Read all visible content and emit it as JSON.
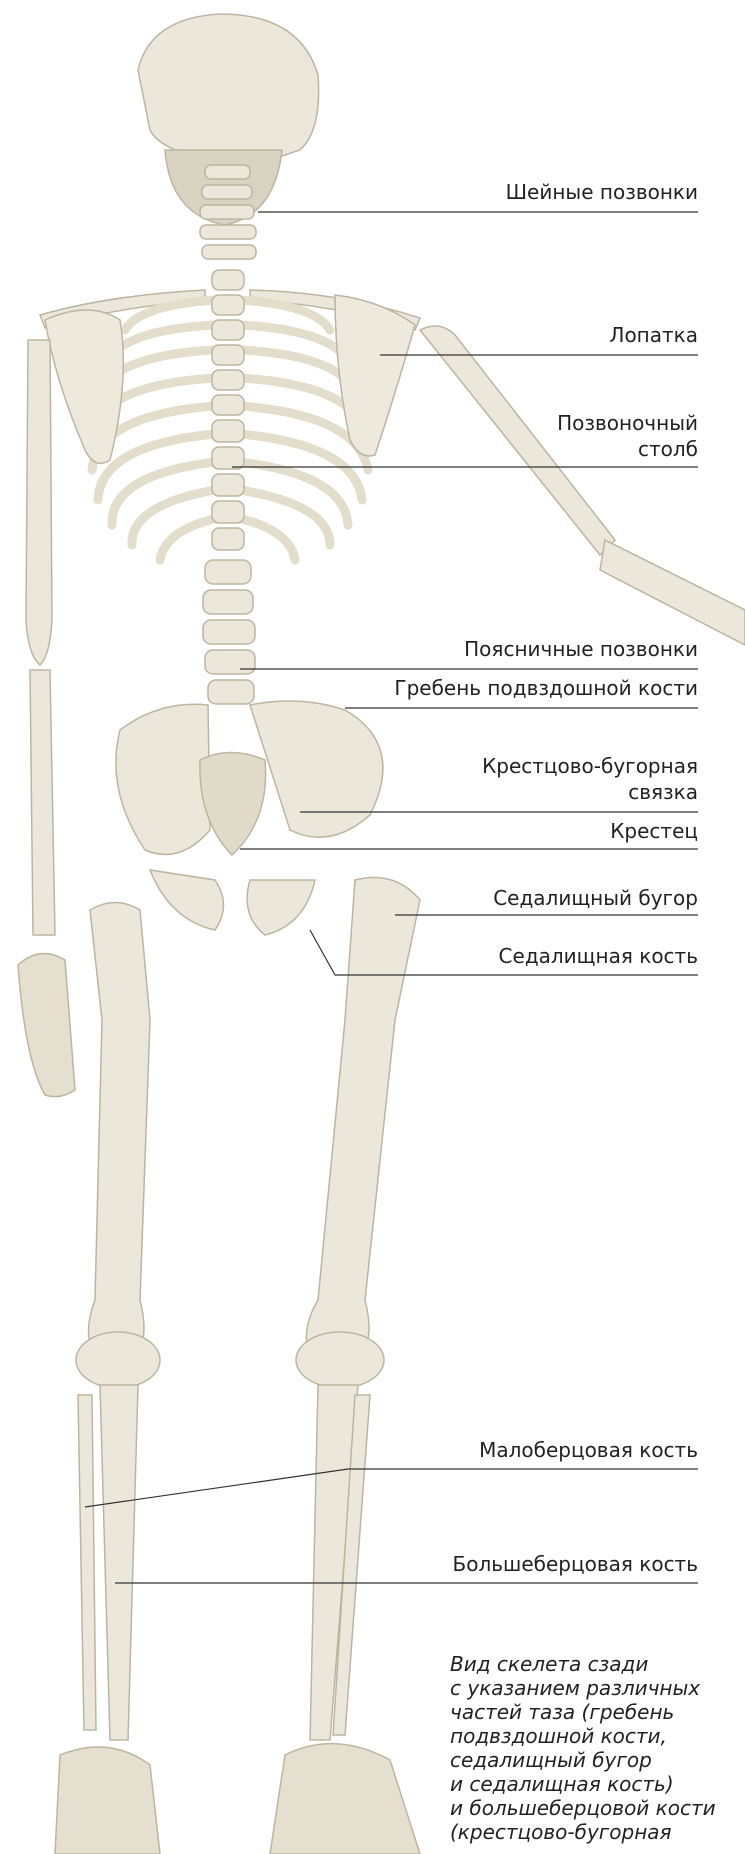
{
  "labels": {
    "cervical": "Шейные позвонки",
    "scapula": "Лопатка",
    "spine_line1": "Позвоночный",
    "spine_line2": "столб",
    "lumbar": "Поясничные позвонки",
    "iliac_crest": "Гребень подвздошной кости",
    "ligament_line1": "Крестцово-бугорная",
    "ligament_line2": "связка",
    "sacrum": "Крестец",
    "tuberosity": "Седалищный бугор",
    "ischium": "Седалищная кость",
    "fibula": "Малоберцовая кость",
    "tibia": "Большеберцовая кость"
  },
  "caption": {
    "lines": [
      "Вид скелета сзади",
      "с указанием различных",
      "частей таза (гребень",
      "подвздошной кости,",
      "седалищный бугор",
      "и седалищная кость)",
      "и большеберцовой кости",
      "(крестцово-бугорная"
    ]
  },
  "colors": {
    "bone": "#ebe7da",
    "bone_shade": "#cfc8b5",
    "bone_dark": "#6b6455",
    "line": "#333333"
  }
}
